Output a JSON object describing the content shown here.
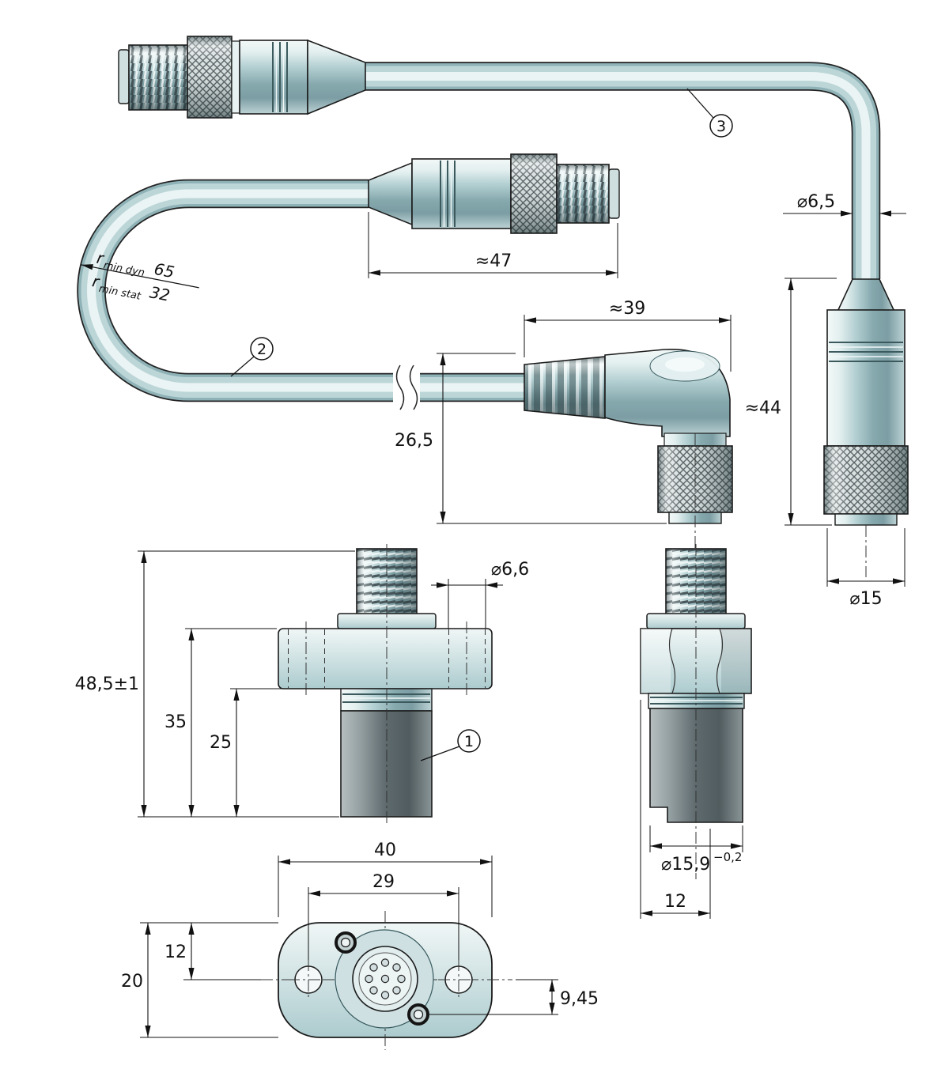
{
  "callouts": {
    "sensor": "1",
    "cable": "2",
    "connector": "3"
  },
  "dims": {
    "cable_dia": "⌀6,5",
    "straight_conn_len": "≈44",
    "straight_conn_dia": "⌀15",
    "male_conn_len": "≈47",
    "angle_conn_len": "≈39",
    "angle_conn_h": "26,5",
    "flange_hole_dia": "⌀6,6",
    "total_height": "48,5±1",
    "height_35": "35",
    "height_25": "25",
    "body_dia": "⌀15,9",
    "body_dia_tol": "−0,2",
    "flat_width_12": "12",
    "flange_width_40": "40",
    "hole_spacing_29": "29",
    "flange_offset_12": "12",
    "flange_depth_20": "20",
    "pin_offset_945": "9,45"
  },
  "bend_radius": {
    "r": "r",
    "dyn_sub": "min dyn",
    "dyn_val": "65",
    "stat_sub": "min stat",
    "stat_val": "32"
  }
}
